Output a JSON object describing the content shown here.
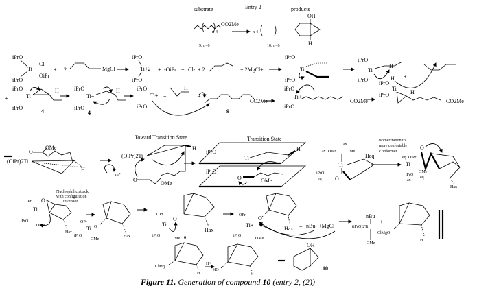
{
  "header": {
    "substrate": "substrate",
    "entry": "Entry 2",
    "products": "products"
  },
  "entry": {
    "oh": "OH",
    "h": "H",
    "co2me": "CO2Me",
    "n4a": "n-4",
    "n4b": "n-4",
    "sub_label": "9: n=6",
    "prod_label": "10: n=6"
  },
  "row1": {
    "ipro": "iPrO",
    "ti": "Ti",
    "cl": "Cl",
    "oipr": "OiPr",
    "plus": "+",
    "two": "2",
    "mgcl": "MgCl",
    "ti2": "Ti+2",
    "minus_oipr": "-OiPr",
    "cl_minus": "Cl-",
    "plus_two": "+ 2",
    "mgcl_plus": "+ 2MgCl+",
    "h": "H"
  },
  "row2": {
    "ipro": "iPrO",
    "ti": "Ti",
    "ti_plus": "Ti+",
    "h": "H",
    "plus": "+",
    "c4": "4",
    "c9": "9",
    "co2me": "CO2Me"
  },
  "row3": {
    "ome": "OMe",
    "o": "O",
    "tiopr2": "(OiPr)2Ti",
    "h": "H",
    "m": "m*",
    "toward_ts": "Toward Transition State",
    "ts": "Transition State",
    "ipro": "iPrO",
    "ti": "Ti",
    "ax": "ax",
    "oipr": "OiPr",
    "heq": "Heq",
    "eq": "eq",
    "hax": "Hax",
    "isom1": "isomerization to",
    "isom2": "more conforiable",
    "isom3": "c onformer"
  },
  "row4": {
    "nuc1": "Nucleophilic attack",
    "nuc2": "with configuration",
    "nuc3": "inversion",
    "opr": "OPr",
    "ipro": "iPrO",
    "ti": "Ti",
    "ti_plus": "Ti+",
    "o": "O",
    "ome": "OMe",
    "hax": "Hax",
    "c6": "6",
    "nbu_mgcl": "nBu- +MgCl",
    "plus": "+",
    "nbu": "nBu",
    "ipro2ti": "(iPrO)2Ti",
    "clmgo": "ClMgO",
    "h": "H"
  },
  "row5": {
    "clmgo": "ClMgO",
    "h": "H",
    "hplus": "H+",
    "ho": "HO",
    "oh": "OH",
    "c10": "10"
  },
  "caption": {
    "figure": "Figure 11.",
    "text": " Generation of compound ",
    "num": "10",
    "rest": " (entry 2, (2))"
  }
}
